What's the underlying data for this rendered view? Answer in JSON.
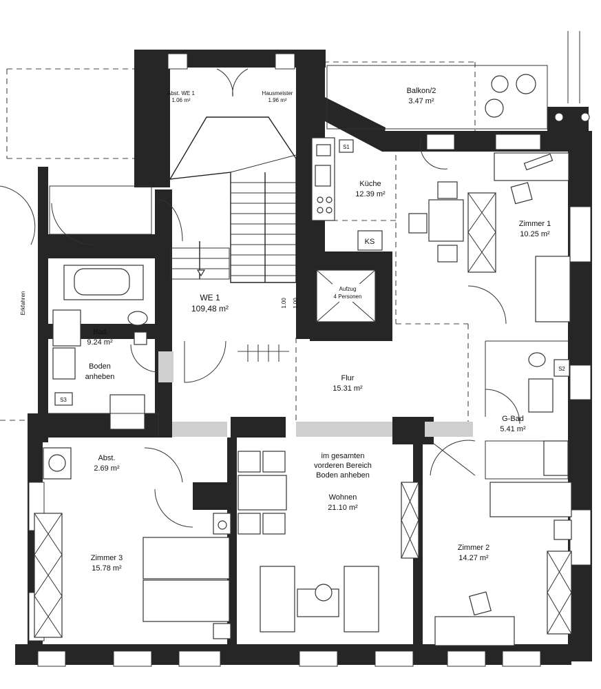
{
  "rooms": {
    "abst_we1": {
      "name": "Abst. WE 1",
      "area": "1.06 m²"
    },
    "hausmeister": {
      "name": "Hausmeister",
      "area": "1.96 m²"
    },
    "balkon": {
      "name": "Balkon/2",
      "area": "3.47 m²"
    },
    "kueche": {
      "name": "Küche",
      "area": "12.39 m²"
    },
    "zimmer1": {
      "name": "Zimmer 1",
      "area": "10.25 m²"
    },
    "we1": {
      "name": "WE 1",
      "area": "109,48 m²"
    },
    "bad": {
      "name": "Bad",
      "area": "9.24 m²",
      "note1": "Boden",
      "note2": "anheben"
    },
    "flur": {
      "name": "Flur",
      "area": "15.31 m²"
    },
    "aufzug": {
      "name": "Aufzug",
      "note": "4 Personen"
    },
    "gbad": {
      "name": "G-Bad",
      "area": "5.41 m²"
    },
    "abst2": {
      "name": "Abst.",
      "area": "2.69 m²"
    },
    "wohnen": {
      "name": "Wohnen",
      "area": "21.10 m²",
      "note1": "im gesamten",
      "note2": "vorderen Bereich",
      "note3": "Boden anheben"
    },
    "zimmer2": {
      "name": "Zimmer 2",
      "area": "14.27 m²"
    },
    "zimmer3": {
      "name": "Zimmer 3",
      "area": "15.78 m²"
    }
  },
  "tags": {
    "ks": "KS",
    "s1": "S1",
    "s2": "S2",
    "s3": "S3",
    "dim1": "1.00",
    "dim2": "1.00",
    "erker": "Erkfahren"
  }
}
